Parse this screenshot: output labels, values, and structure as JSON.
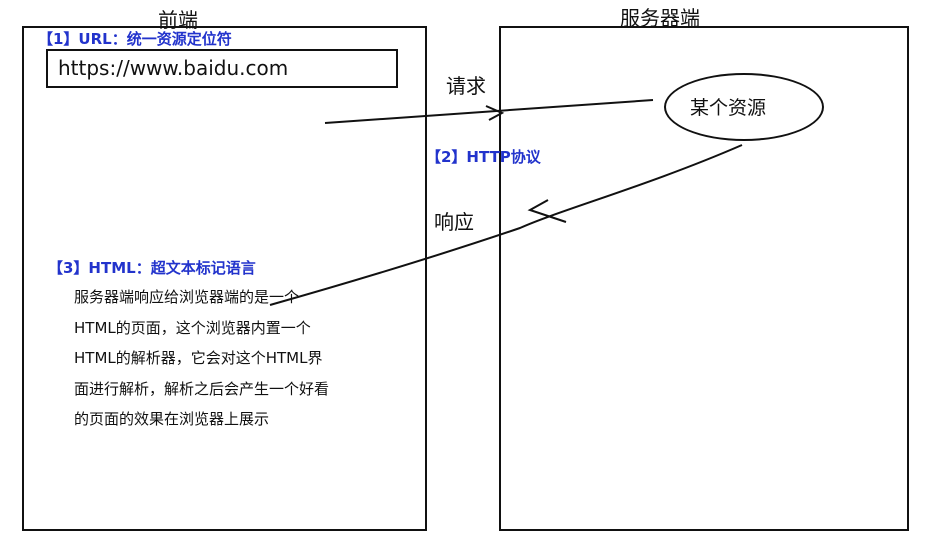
{
  "frontend": {
    "title": "前端",
    "url_note": "【1】URL：统一资源定位符",
    "url_value": "https://www.baidu.com",
    "html_note": "【3】HTML：超文本标记语言",
    "explanation_lines": [
      "服务器端响应给浏览器端的是一个",
      "HTML的页面，这个浏览器内置一个",
      "HTML的解析器，它会对这个HTML界",
      "面进行解析，解析之后会产生一个好看",
      "的页面的效果在浏览器上展示"
    ]
  },
  "server": {
    "title": "服务器端",
    "resource_label": "某个资源"
  },
  "arrows": {
    "request_label": "请求",
    "response_label": "响应",
    "protocol_note": "【2】HTTP协议"
  },
  "colors": {
    "note": "#2233cc",
    "stroke": "#111111"
  }
}
